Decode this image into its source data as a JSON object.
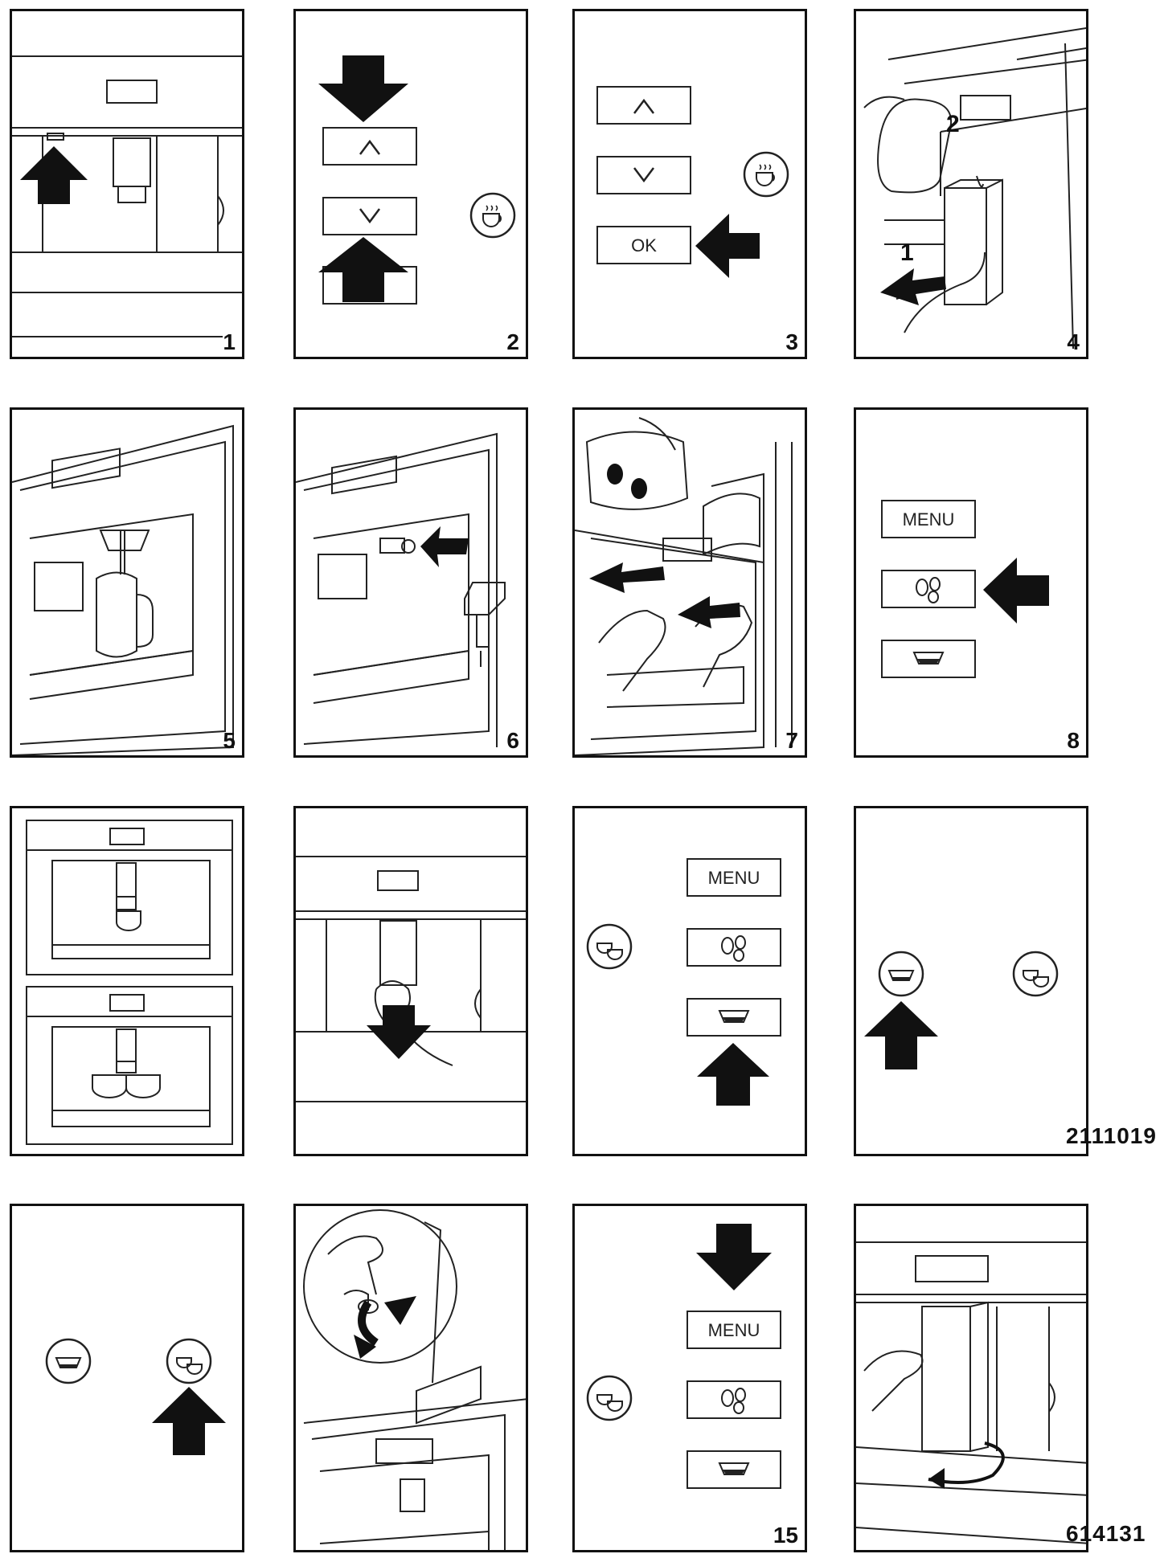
{
  "panels": [
    {
      "id": "p1",
      "number": "1"
    },
    {
      "id": "p2",
      "number": "2"
    },
    {
      "id": "p3",
      "number": "3",
      "ok_label": "OK"
    },
    {
      "id": "p4",
      "number": "4",
      "step_one": "1",
      "step_two": "2"
    },
    {
      "id": "p5",
      "number": "5"
    },
    {
      "id": "p6",
      "number": "6"
    },
    {
      "id": "p7",
      "number": "7"
    },
    {
      "id": "p8",
      "number": "8",
      "menu_label": "MENU"
    },
    {
      "id": "p9",
      "number": ""
    },
    {
      "id": "p10",
      "number": ""
    },
    {
      "id": "p11",
      "number": "",
      "menu_label": "MENU"
    },
    {
      "id": "p12",
      "number": ""
    },
    {
      "id": "p13",
      "number": ""
    },
    {
      "id": "p14",
      "number": ""
    },
    {
      "id": "p15",
      "number": "15",
      "menu_label": "MENU"
    },
    {
      "id": "p16",
      "number": ""
    }
  ],
  "codes": {
    "row3": "2111019",
    "row4": "614131"
  },
  "icons": [
    "coffee-cup-icon",
    "double-cup-icon",
    "coffee-beans-icon",
    "espresso-cup-icon",
    "arrow-icon",
    "up-chevron-icon",
    "down-chevron-icon",
    "hand-icon"
  ],
  "colors": {
    "line": "#111111",
    "background": "#ffffff"
  }
}
